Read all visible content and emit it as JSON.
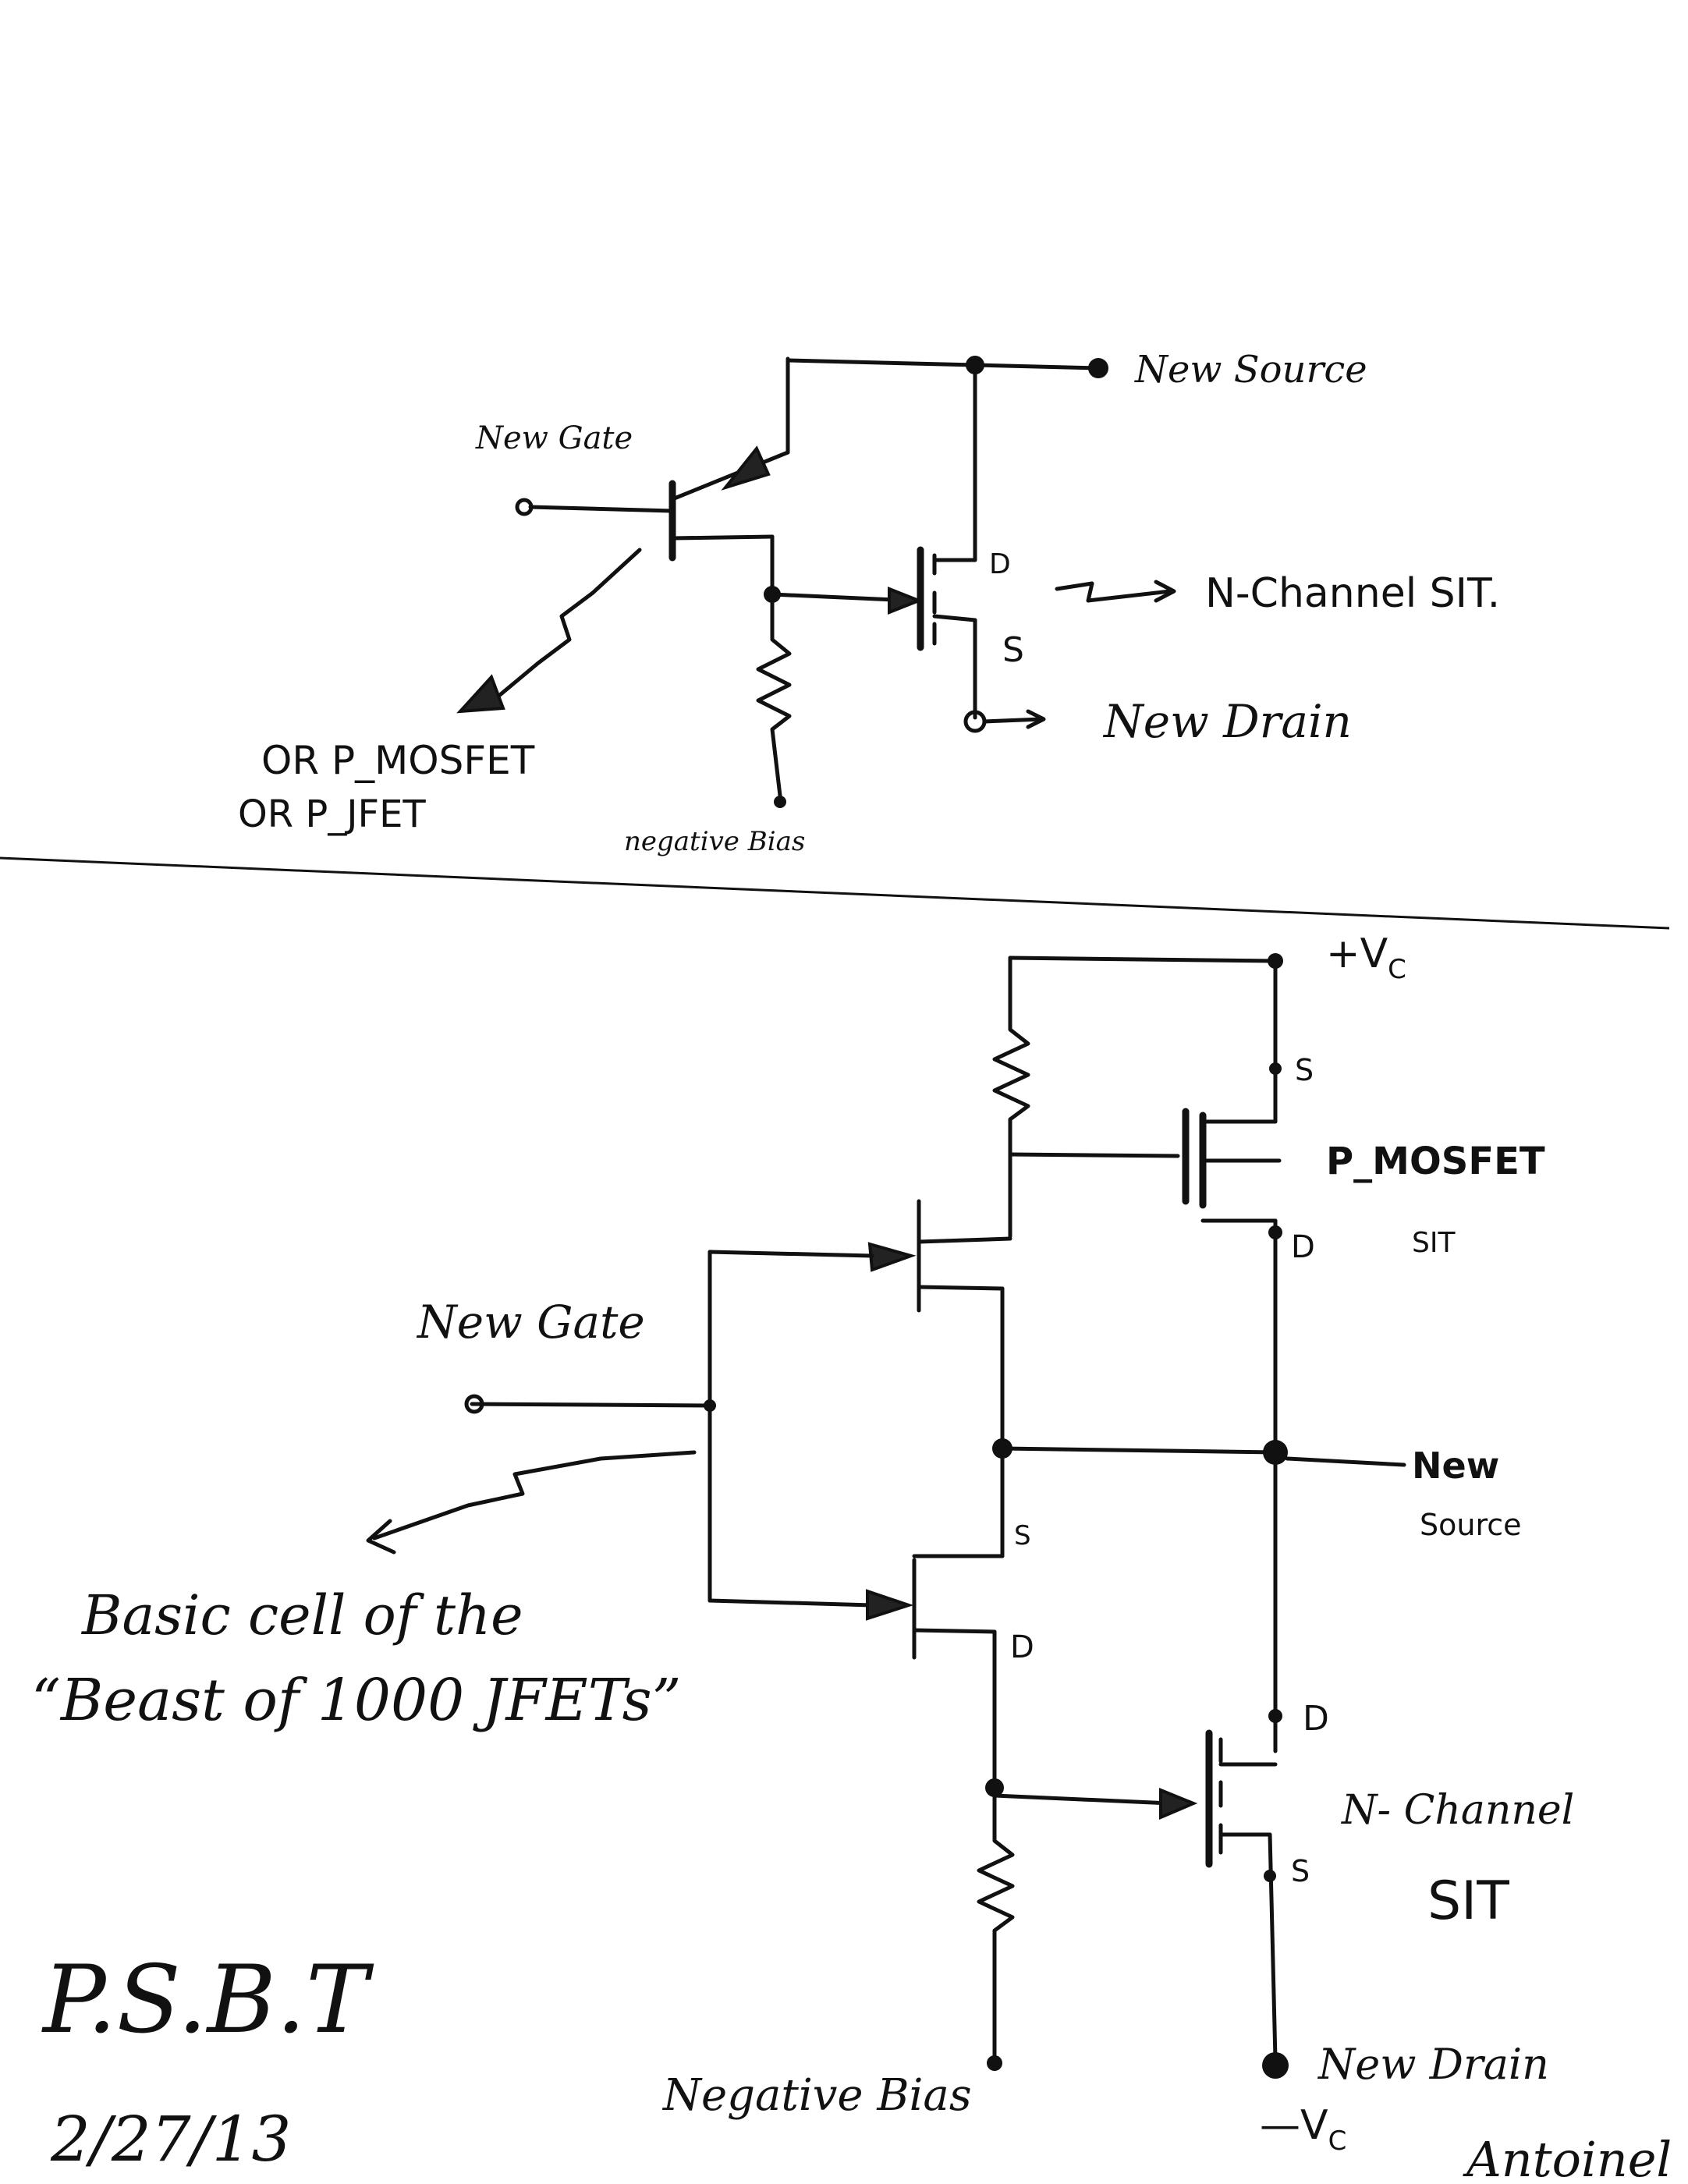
{
  "top_circuit": {
    "new_source": "New Source",
    "new_gate": "New Gate",
    "drain_pin": "D",
    "source_pin": "S",
    "n_channel_sit": "N-Channel SIT.",
    "new_drain": "New Drain",
    "or_p_mosfet": "OR  P_MOSFET",
    "or_p_jfet": "OR  P_JFET",
    "negative_bias": "negative Bias"
  },
  "bottom_circuit": {
    "plus_vc": "+V",
    "plus_vc_sub": "C",
    "pmos_source_pin": "S",
    "p_mosfet_label": "P_MOSFET",
    "sit_label": "SIT",
    "pmos_drain_pin": "D",
    "new_gate": "New Gate",
    "upper_jfet_source_pin": "S",
    "lower_jfet_drain_pin": "D",
    "new_source_line1": "New",
    "new_source_line2": "Source",
    "caption_line1": "Basic cell of the",
    "caption_line2": "“Beast of 1000 JFETs”",
    "sit_drain_pin": "D",
    "n_channel_line1": "N- Channel",
    "n_channel_line2": "SIT",
    "sit_source_pin": "S",
    "new_drain": "New Drain",
    "minus_vc": "—V",
    "minus_vc_sub": "C",
    "negative_bias": "Negative Bias"
  },
  "footer": {
    "initials": "P.S.B.T",
    "date": "2/27/13",
    "signature": "Antoinel"
  }
}
